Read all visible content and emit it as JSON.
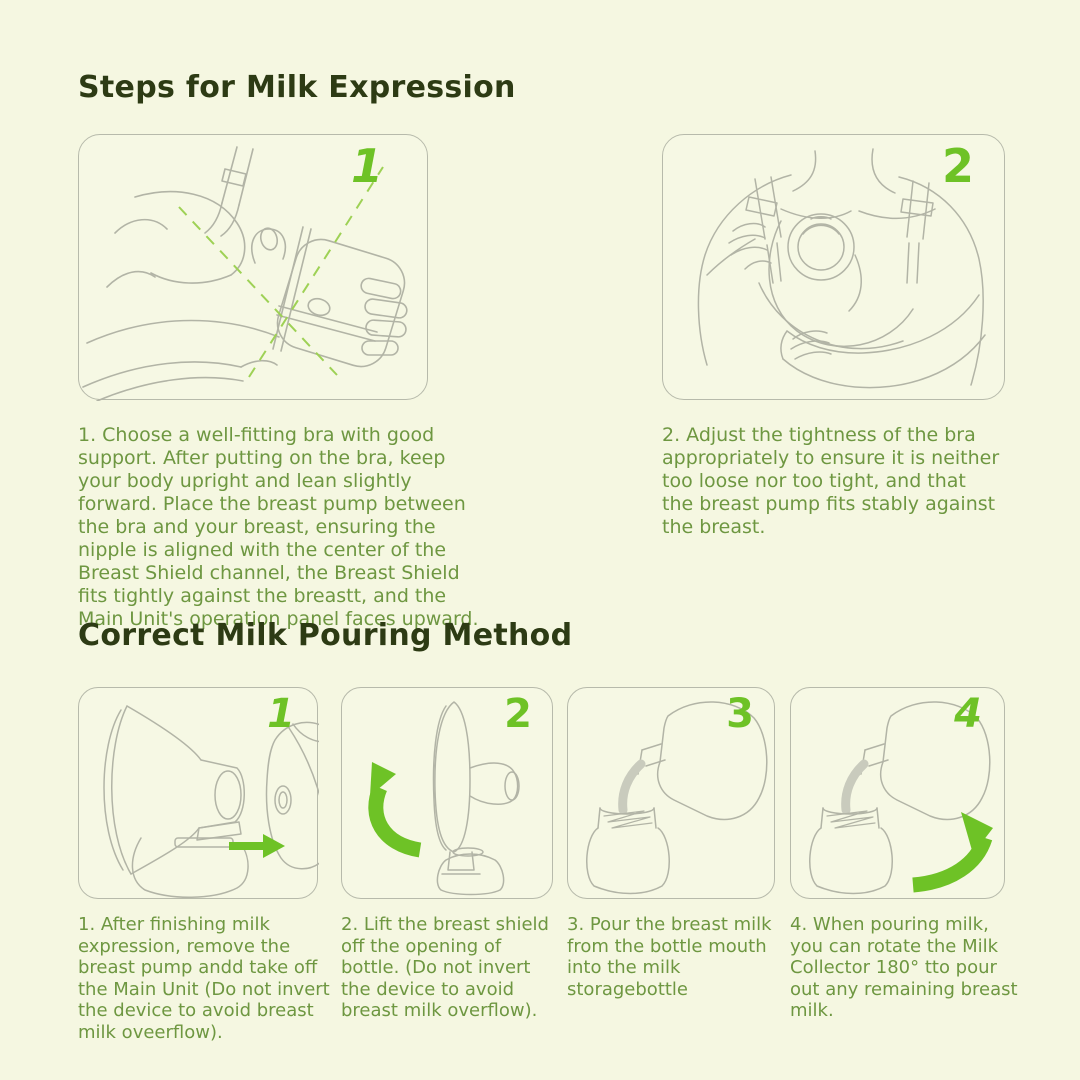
{
  "colors": {
    "background": "#f5f7e1",
    "heading": "#2d3b14",
    "body_text": "#6e9741",
    "accent_green": "#6ec226",
    "dashed_guide_green": "#9ed155",
    "line_art_gray": "#b2b4a6"
  },
  "section1": {
    "title": "Steps for Milk Expression",
    "steps": [
      {
        "number": "1",
        "illustration": "hand-placing-breast-pump-under-bra",
        "caption": "1. Choose a well-fitting bra with good support. After putting on the bra, keep your body upright and lean slightly forward. Place the breast pump between the bra and your breast, ensuring the nipple is aligned with the center of the Breast Shield channel, the Breast Shield fits tightly against the breastt, and the Main Unit's operation panel faces upward."
      },
      {
        "number": "2",
        "illustration": "adjusting-bra-strap-with-pump-worn",
        "caption": "2. Adjust the tightness of the bra appropriately to ensure it is neither too loose nor too tight, and that the breast pump fits stably against the breast."
      }
    ]
  },
  "section2": {
    "title": "Correct Milk Pouring Method",
    "steps": [
      {
        "number": "1",
        "illustration": "remove-pump-and-main-unit-arrow-right",
        "caption": "1. After finishing milk expression, remove the breast pump andd take off the Main Unit (Do not invert the device to avoid breast milk oveerflow)."
      },
      {
        "number": "2",
        "illustration": "lift-breast-shield-off-bottle-curved-arrow",
        "caption": "2. Lift the breast shield off the opening of bottle. (Do not invert the device to avoid breast milk overflow)."
      },
      {
        "number": "3",
        "illustration": "pour-milk-into-storage-bottle",
        "caption": "3. Pour the breast milk from the bottle mouth into the milk storagebottle"
      },
      {
        "number": "4",
        "illustration": "rotate-collector-180-curved-arrow",
        "caption": "4. When pouring milk, you can rotate the Milk Collector 180° tto pour out any remaining breast milk."
      }
    ]
  }
}
